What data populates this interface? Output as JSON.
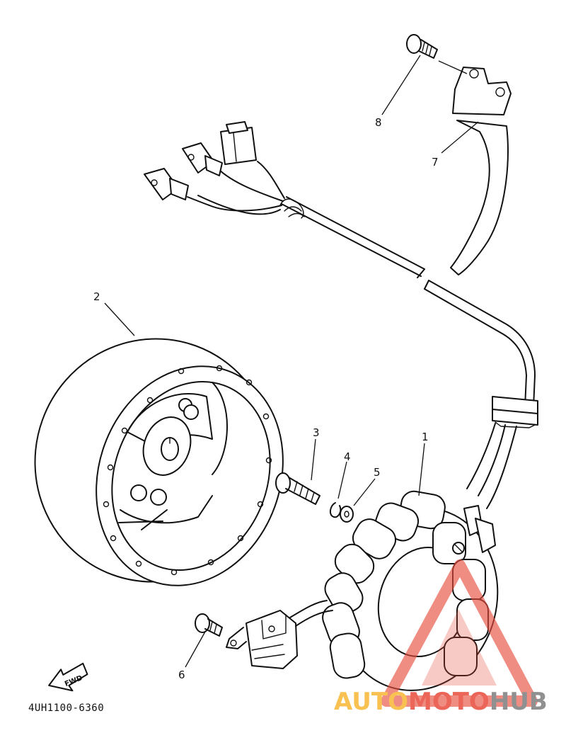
{
  "callouts": [
    {
      "id": "1",
      "part": "stator"
    },
    {
      "id": "2",
      "part": "rotor"
    },
    {
      "id": "3",
      "part": "bolt"
    },
    {
      "id": "4",
      "part": "lock-washer"
    },
    {
      "id": "5",
      "part": "washer"
    },
    {
      "id": "6",
      "part": "screw"
    },
    {
      "id": "7",
      "part": "wire-guide"
    },
    {
      "id": "8",
      "part": "screw"
    }
  ],
  "direction_label": "FWD",
  "diagram_code": "4UH1100-6360",
  "watermark": {
    "part1": "AUTO",
    "part2": "MOTO",
    "part3": "HUB",
    "color_orange": "#f7b733",
    "color_red": "#e84c3d",
    "color_gray": "#7d7d7d"
  }
}
